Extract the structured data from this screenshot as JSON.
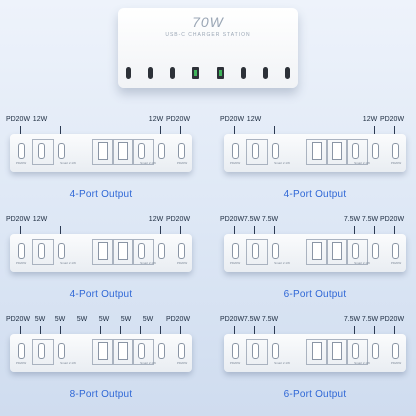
{
  "hero": {
    "brand": "70W",
    "subtitle": "USB-C CHARGER STATION"
  },
  "panels": [
    {
      "title": "4-Port Output",
      "labels": [
        "PD20W",
        "12W",
        "12W",
        "PD20W"
      ]
    },
    {
      "title": "4-Port Output",
      "labels": [
        "PD20W",
        "12W",
        "12W",
        "PD20W"
      ]
    },
    {
      "title": "4-Port Output",
      "labels": [
        "PD20W",
        "12W",
        "12W",
        "PD20W"
      ]
    },
    {
      "title": "6-Port Output",
      "labels": [
        "PD20W",
        "7.5W",
        "7.5W",
        "7.5W",
        "7.5W",
        "PD20W"
      ]
    },
    {
      "title": "8-Port Output",
      "labels": [
        "PD20W",
        "5W",
        "5W",
        "5W",
        "5W",
        "5W",
        "5W",
        "PD20W"
      ]
    },
    {
      "title": "6-Port Output",
      "labels": [
        "PD20W",
        "7.5W",
        "7.5W",
        "7.5W",
        "7.5W",
        "PD20W"
      ]
    }
  ],
  "device": {
    "pd_label": "PD20W",
    "smart_label": "Smart 2.1W"
  },
  "colors": {
    "title": "#2f67d6",
    "label": "#1b2a3e",
    "green_port": "#3fb35a"
  }
}
